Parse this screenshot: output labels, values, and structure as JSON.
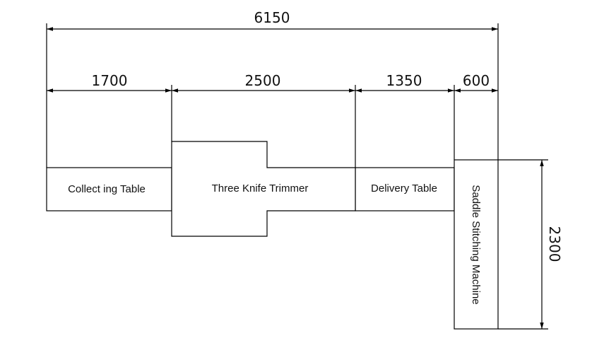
{
  "dimensions": {
    "overall": "6150",
    "collecting": "1700",
    "trimmer": "2500",
    "delivery": "1350",
    "saddle_width": "600",
    "saddle_height": "2300"
  },
  "labels": {
    "collecting_table": "Collect ing Table",
    "three_knife_trimmer": "Three Knife Trimmer",
    "delivery_table": "Delivery Table",
    "saddle_stitching_machine": "Saddle Stitching Machine"
  }
}
